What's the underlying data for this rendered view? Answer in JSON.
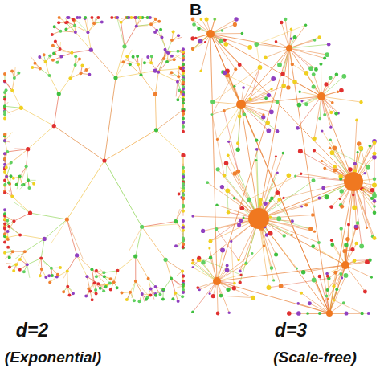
{
  "diagram": {
    "labels": [
      "B",
      "d=2",
      "(Exponential)",
      "d=3",
      "(Scale-free)"
    ]
  }
}
